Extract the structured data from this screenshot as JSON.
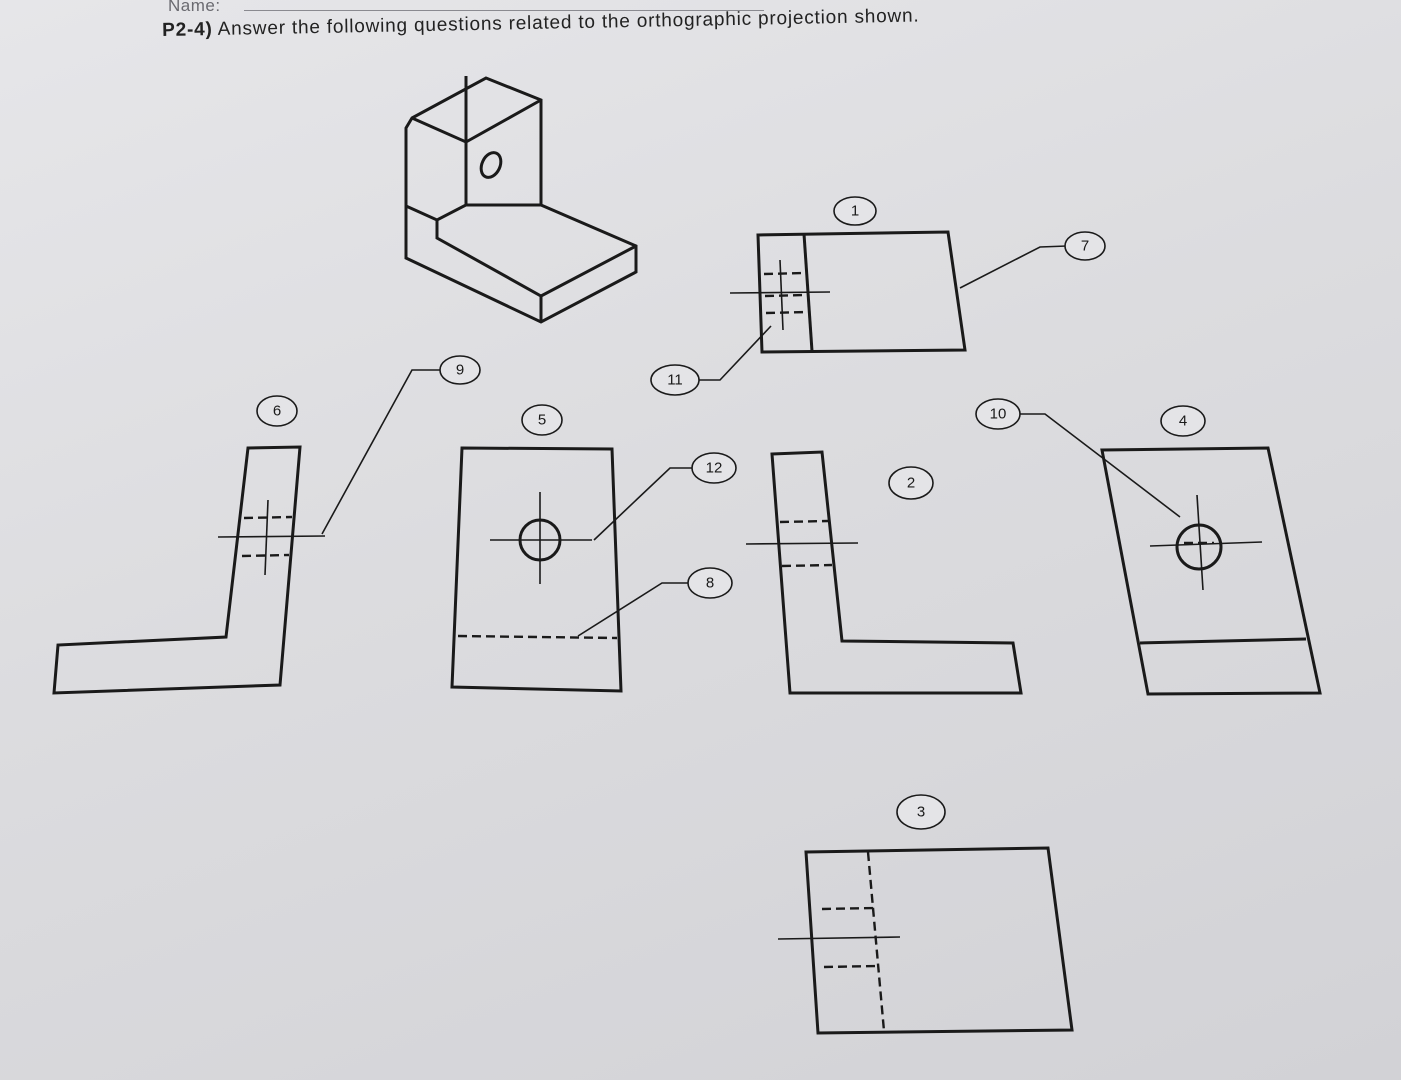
{
  "header": {
    "name_label": "Name:",
    "problem_id": "P2-4)",
    "instruction": "Answer the following questions related to the orthographic projection shown."
  },
  "callouts": {
    "c1": "1",
    "c2": "2",
    "c3": "3",
    "c4": "4",
    "c5": "5",
    "c6": "6",
    "c7": "7",
    "c8": "8",
    "c9": "9",
    "c10": "10",
    "c11": "11",
    "c12": "12"
  }
}
